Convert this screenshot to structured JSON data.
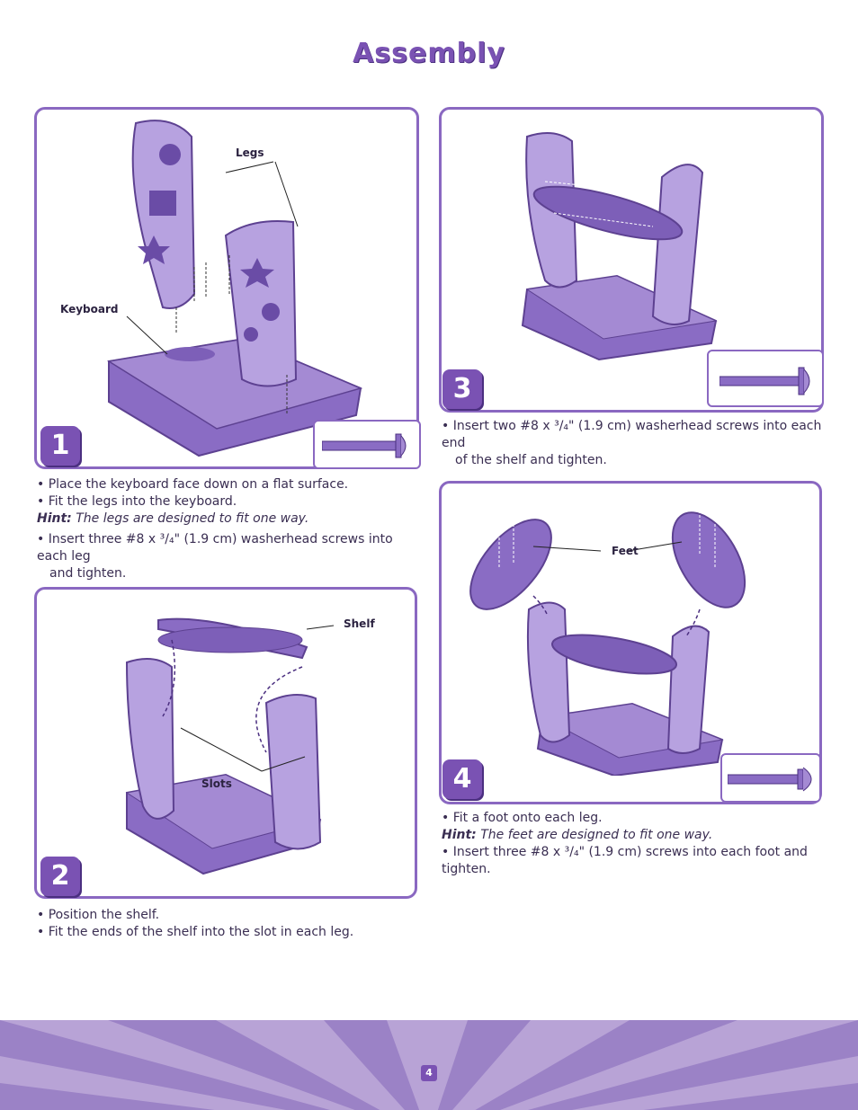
{
  "title": "Assembly",
  "page_number": "4",
  "colors": {
    "accent": "#7a52b3",
    "panel_border": "#8a68c1",
    "footer": "#b8a3d6"
  },
  "step1": {
    "number": "1",
    "labels": {
      "legs": "Legs",
      "keyboard": "Keyboard"
    },
    "bullets": [
      "• Place the keyboard face down on a flat surface.",
      "• Fit the legs into the keyboard."
    ],
    "hint_label": "Hint:",
    "hint_text": "The legs are designed to fit one way.",
    "bullet3_a": "• Insert three #8 x ³/₄\" (1.9 cm) washerhead screws into each leg",
    "bullet3_b": "and tighten."
  },
  "step2": {
    "number": "2",
    "labels": {
      "shelf": "Shelf",
      "slots": "Slots"
    },
    "bullets": [
      "• Position the shelf.",
      "• Fit the ends of the shelf into the slot in each leg."
    ]
  },
  "step3": {
    "number": "3",
    "bullet_a": "• Insert two #8 x ³/₄\" (1.9 cm) washerhead screws into each end",
    "bullet_b": "of the shelf and tighten."
  },
  "step4": {
    "number": "4",
    "labels": {
      "feet": "Feet"
    },
    "bullet1": "• Fit a foot onto each leg.",
    "hint_label": "Hint:",
    "hint_text": "The feet are designed to fit one way.",
    "bullet3": "• Insert three #8 x ³/₄\" (1.9 cm) screws into each foot and tighten."
  }
}
